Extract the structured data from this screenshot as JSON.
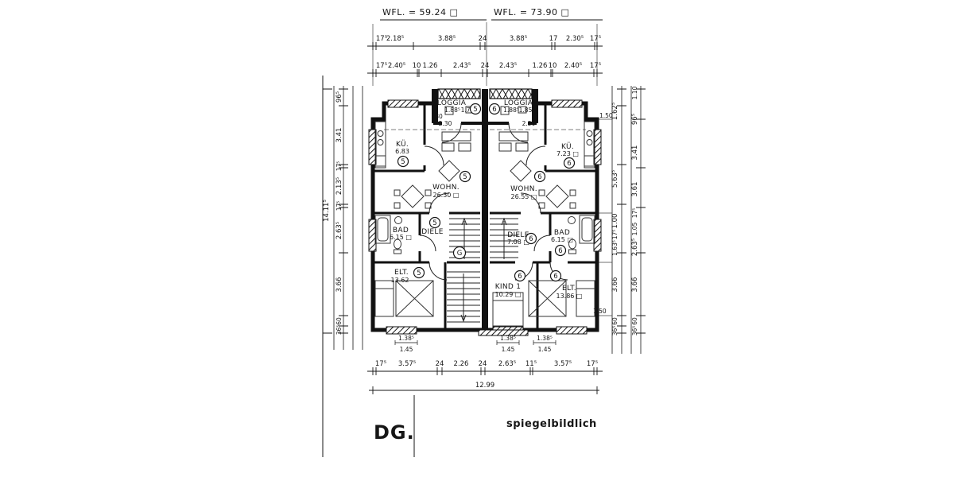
{
  "title": {
    "wfl_left": "WFL. = 59.24 □",
    "wfl_right": "WFL. = 73.90 □"
  },
  "footer": {
    "drawing_label": "DG.",
    "mirror_note": "spiegelbildlich"
  },
  "badges": {
    "unit_left": "5",
    "unit_right": "6",
    "stair": "G"
  },
  "dims": {
    "top_row1": [
      "17⁵",
      "2.18⁵",
      "3.88⁵",
      "24",
      "3.88⁵",
      "17",
      "2.30⁵",
      "17⁵"
    ],
    "top_row2": [
      "17⁵",
      "2.40⁵",
      "10",
      "1.26",
      "2.43⁵",
      "24",
      "2.43⁵",
      "1.26",
      "10",
      "2.40⁵",
      "17⁵"
    ],
    "bottom_row": [
      "17⁵",
      "3.57⁵",
      "24",
      "2.26",
      "24",
      "2.63⁵",
      "11⁵",
      "3.57⁵",
      "17⁵"
    ],
    "bottom_total": "12.99",
    "door_dims": [
      "1.38⁵",
      "1.45",
      "1.38⁵",
      "1.45",
      "1.38⁵",
      "1.45"
    ],
    "left_chain": [
      "96⁵",
      "3.41",
      "17⁵",
      "2.13⁵",
      "17⁵",
      "2.63⁵",
      "3.66",
      "60",
      "36⁵"
    ],
    "left_total": "14.11⁵",
    "right_inner": [
      "1.62⁵",
      "5.63⁵",
      "1.00",
      "17⁵",
      "1.63⁵",
      "3.66",
      "60",
      "36⁵"
    ],
    "right_outer": [
      "1.10",
      "96⁵",
      "3.41",
      "3.61",
      "17⁵",
      "1.05",
      "2.63⁵",
      "3.66",
      "60",
      "36⁵"
    ],
    "right_side": [
      "1.50",
      "1.50"
    ],
    "loggia_left": [
      "80",
      "2.30",
      "1.88⁵",
      "1.75"
    ],
    "loggia_right": [
      "1.88⁵",
      "1.85",
      "2.30"
    ]
  },
  "rooms": {
    "loggia_left": {
      "label": "LOGGIA"
    },
    "kue_left": {
      "label": "KÜ.",
      "area": "6.83"
    },
    "wohn_left": {
      "label": "WOHN.",
      "area": "26.30 □"
    },
    "bad_left": {
      "label": "BAD",
      "area": "6.15 □"
    },
    "diele_left": {
      "label": "DIELE"
    },
    "elt_left": {
      "label": "ELT.",
      "area": "13.62"
    },
    "loggia_right": {
      "label": "LOGGIA"
    },
    "kue_right": {
      "label": "KÜ.",
      "area": "7.23 □"
    },
    "wohn_right": {
      "label": "WOHN.",
      "area": "26.55 □"
    },
    "diele_right": {
      "label": "DIELE",
      "area": "7.08 □"
    },
    "bad_right": {
      "label": "BAD",
      "area": "6.15 □"
    },
    "kind1": {
      "label": "KIND 1",
      "area": "10.29 □"
    },
    "elt_right": {
      "label": "ELT.",
      "area": "13.86 □"
    }
  }
}
